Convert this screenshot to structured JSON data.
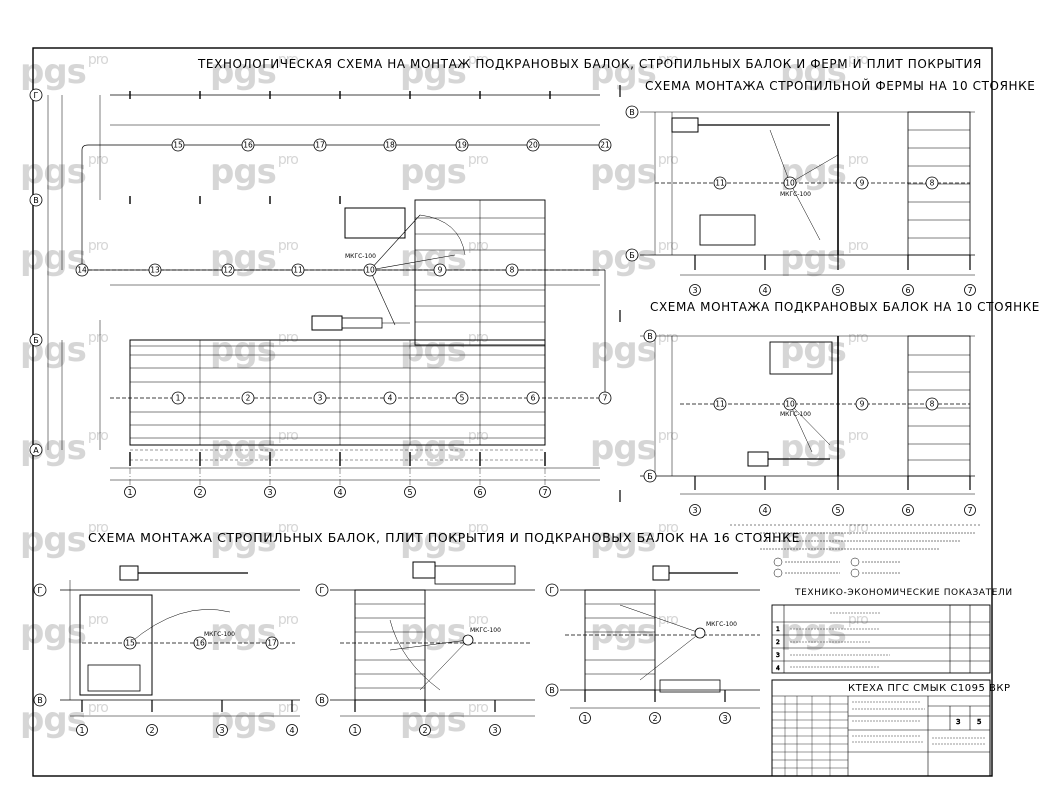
{
  "titles": {
    "main": "ТЕХНОЛОГИЧЕСКАЯ СХЕМА НА МОНТАЖ ПОДКРАНОВЫХ БАЛОК, СТРОПИЛЬНЫХ БАЛОК И ФЕРМ И ПЛИТ ПОКРЫТИЯ",
    "truss": "СХЕМА МОНТАЖА СТРОПИЛЬНОЙ ФЕРМЫ НА 10 СТОЯНКЕ",
    "crane_beams": "СХЕМА МОНТАЖА ПОДКРАНОВЫХ БАЛОК НА 10 СТОЯНКЕ",
    "bottom": "СХЕМА МОНТАЖА СТРОПИЛЬНЫХ БАЛОК, ПЛИТ ПОКРЫТИЯ И ПОДКРАНОВЫХ БАЛОК НА 16 СТОЯНКЕ",
    "tep": "ТЕХНИКО-ЭКОНОМИЧЕСКИЕ ПОКАЗАТЕЛИ"
  },
  "watermark": {
    "main": "pgs",
    "sub": "pro"
  },
  "axes": {
    "rows_main": [
      "Г",
      "В",
      "Б",
      "А"
    ],
    "rows_side": [
      "В",
      "Б"
    ],
    "rows_bottom": [
      "Г",
      "В"
    ],
    "cols_main": [
      "1",
      "2",
      "3",
      "4",
      "5",
      "6",
      "7"
    ],
    "cols_side": [
      "3",
      "4",
      "5",
      "6",
      "7"
    ],
    "cols_bottom": [
      "1",
      "2",
      "3",
      "4"
    ]
  },
  "stations": {
    "main_top": [
      "15",
      "16",
      "17",
      "18",
      "19",
      "20",
      "21"
    ],
    "main_mid": [
      "14",
      "13",
      "12",
      "11",
      "10",
      "9",
      "8"
    ],
    "main_low": [
      "1",
      "2",
      "3",
      "4",
      "5",
      "6",
      "7"
    ],
    "truss": [
      "11",
      "10",
      "9",
      "8"
    ],
    "crane": [
      "11",
      "10",
      "9",
      "8"
    ],
    "bottom_left": [
      "15",
      "16",
      "17"
    ]
  },
  "crane_label": "МКГС-100",
  "title_block": {
    "code": "КТЕХА ПГС СМЫК С1095 ВКР",
    "sheet": "3",
    "sheets": "5"
  },
  "tep_rows": [
    "1",
    "2",
    "3",
    "4"
  ]
}
